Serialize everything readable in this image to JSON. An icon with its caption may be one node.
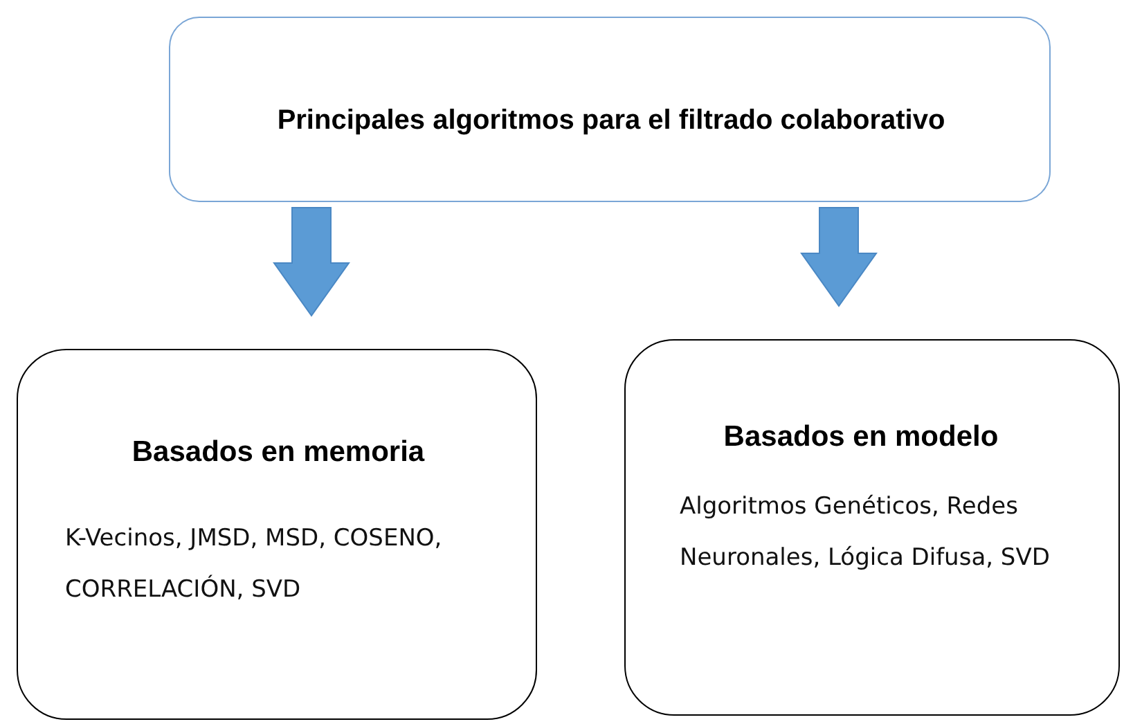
{
  "diagram": {
    "nodes": [
      {
        "text": [
          "Principales algoritmos para el filtrado colaborativo"
        ]
      },
      {
        "text": [
          "Basados en memoria",
          "K-Vecinos, JMSD, MSD, COSENO, CORRELACIÓN, SVD"
        ]
      },
      {
        "text": [
          "Basados en modelo",
          "Algoritmos Genéticos, Redes Neuronales, Lógica Difusa, SVD"
        ]
      }
    ],
    "edges": [
      {
        "from": 0,
        "to": 1,
        "arrow": "to"
      },
      {
        "from": 0,
        "to": 2,
        "arrow": "to"
      }
    ]
  }
}
